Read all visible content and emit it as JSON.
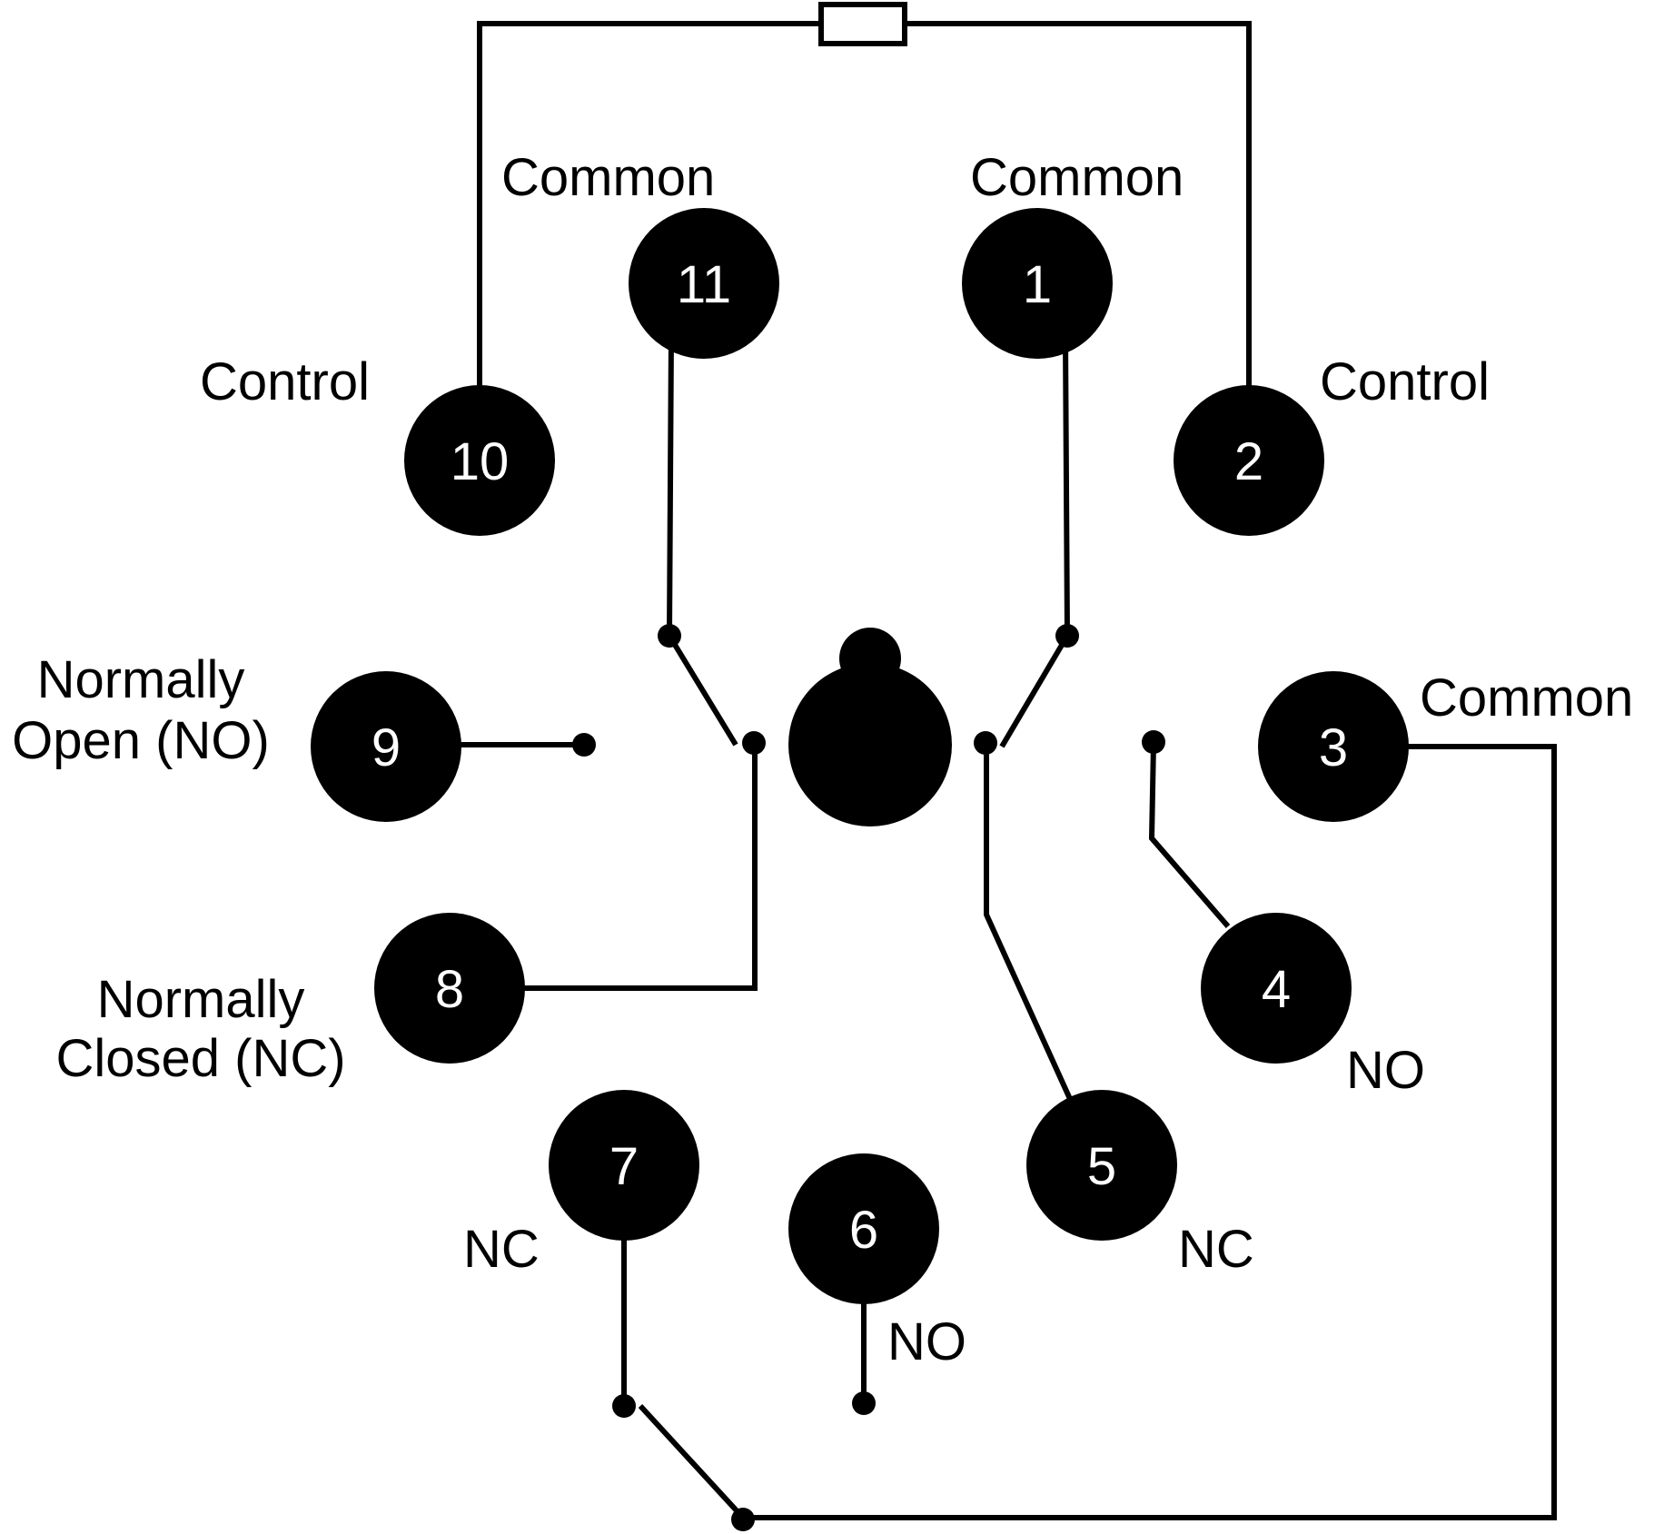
{
  "pins": {
    "p1": "1",
    "p2": "2",
    "p3": "3",
    "p4": "4",
    "p5": "5",
    "p6": "6",
    "p7": "7",
    "p8": "8",
    "p9": "9",
    "p10": "10",
    "p11": "11"
  },
  "labels": {
    "common_11": "Common",
    "common_1": "Common",
    "common_3": "Common",
    "control_10": "Control",
    "control_2": "Control",
    "no_9_line1": "Normally",
    "no_9_line2": "Open (NO)",
    "nc_8_line1": "Normally",
    "nc_8_line2": "Closed (NC)",
    "nc_7": "NC",
    "no_6": "NO",
    "nc_5": "NC",
    "no_4": "NO"
  },
  "colors": {
    "ink": "#000000",
    "pin_text": "#ffffff",
    "background": "#ffffff"
  }
}
